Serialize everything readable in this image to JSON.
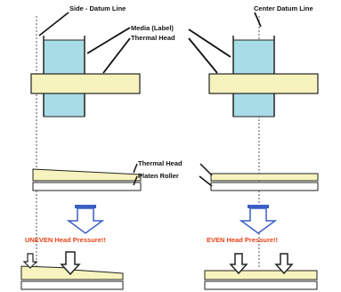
{
  "labels": {
    "side_datum": "Side - Datum Line",
    "center_datum": "Center Datum Line",
    "media": "Media (Label)",
    "thermal_head_top": "Thermal Head",
    "thermal_head_mid": "Thermal Head",
    "platen_roller": "Platen Roller",
    "uneven": "UNEVEN Head Pressure!!",
    "even": "EVEN Head Pressure!!"
  },
  "colors": {
    "media": "#a8dce6",
    "head": "#f7f3be",
    "roller": "#ffffff",
    "line": "#222222",
    "arrow_fill": "#ffffff",
    "arrow_stroke": "#3a5fc4",
    "arrow_cap": "#3a5fc4",
    "warning_text": "#e8431a"
  }
}
